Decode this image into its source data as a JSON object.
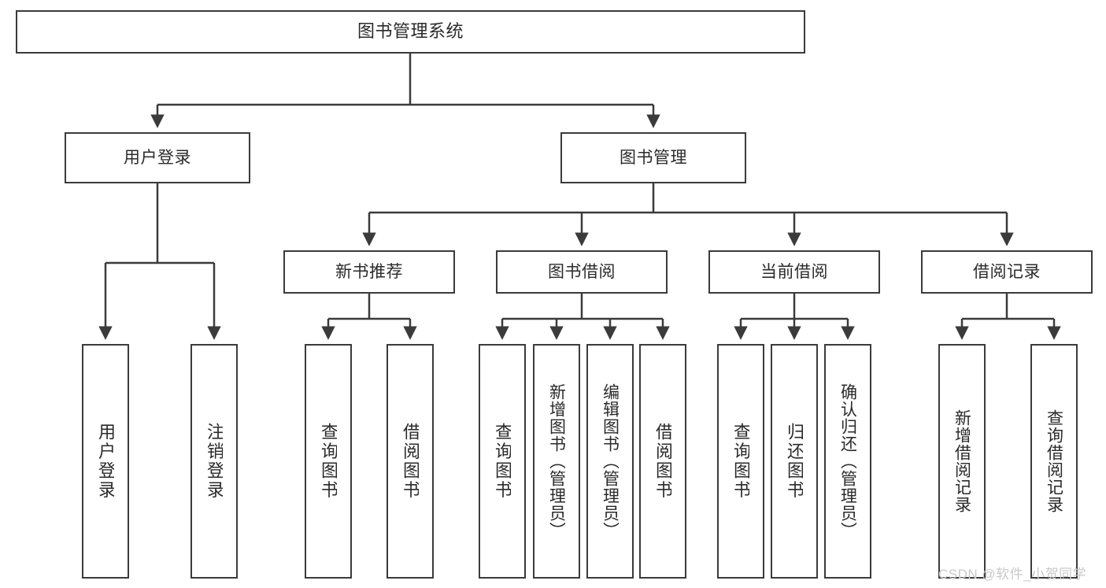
{
  "diagram": {
    "type": "tree",
    "title": "图书管理系统",
    "root": {
      "label": "图书管理系统"
    },
    "level2": [
      {
        "label": "用户登录"
      },
      {
        "label": "图书管理"
      }
    ],
    "level3": [
      {
        "label": "新书推荐"
      },
      {
        "label": "图书借阅"
      },
      {
        "label": "当前借阅"
      },
      {
        "label": "借阅记录"
      }
    ],
    "leaves": {
      "user_login": [
        {
          "label": "用户登录"
        },
        {
          "label": "注销登录"
        }
      ],
      "new_book": [
        {
          "label": "查询图书"
        },
        {
          "label": "借阅图书"
        }
      ],
      "book_borrow": [
        {
          "label": "查询图书"
        },
        {
          "label": "新增图书（管理员）"
        },
        {
          "label": "编辑图书（管理员）"
        },
        {
          "label": "借阅图书"
        }
      ],
      "current_borrow": [
        {
          "label": "查询图书"
        },
        {
          "label": "归还图书"
        },
        {
          "label": "确认归还（管理员）"
        }
      ],
      "borrow_record": [
        {
          "label": "新增借阅记录"
        },
        {
          "label": "查询借阅记录"
        }
      ]
    }
  },
  "watermark": {
    "text": "CSDN @软件_小贺同学"
  },
  "colors": {
    "border": "#3b3b3b",
    "text": "#2a2a2a",
    "background": "#ffffff",
    "watermark": "#c9c9c9"
  }
}
